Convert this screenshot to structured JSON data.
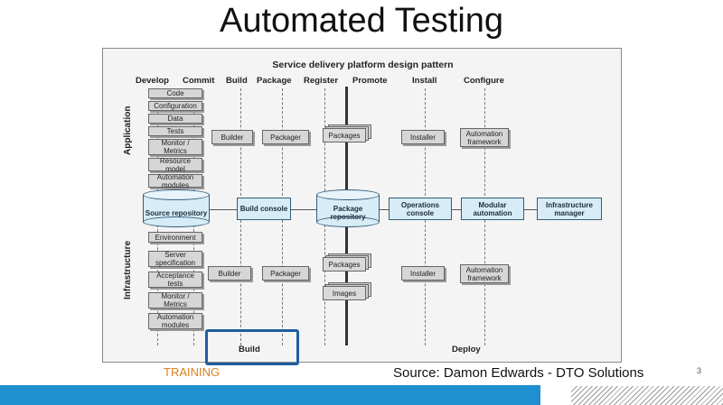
{
  "slide": {
    "title": "Automated Testing",
    "training": "TRAINING",
    "source": "Source: Damon Edwards - DTO Solutions",
    "page_number": "3"
  },
  "diagram": {
    "header": "Service delivery platform design pattern",
    "columns": [
      "Develop",
      "Commit",
      "Build",
      "Package",
      "Register",
      "Promote",
      "Install",
      "Configure"
    ],
    "side_labels": {
      "application": "Application",
      "infrastructure": "Infrastructure"
    },
    "app_items": [
      "Code",
      "Configuration",
      "Data",
      "Tests",
      "Monitor / Metrics",
      "Resource model",
      "Automation modules"
    ],
    "infra_items": [
      "Environment",
      "Server specification",
      "Acceptance tests",
      "Monitor / Metrics",
      "Automation modules"
    ],
    "app_row": {
      "builder": "Builder",
      "packager": "Packager",
      "packages": "Packages",
      "installer": "Installer",
      "automation_framework": "Automation framework"
    },
    "infra_row": {
      "builder": "Builder",
      "packager": "Packager",
      "packages": "Packages",
      "images": "Images",
      "installer": "Installer",
      "automation_framework": "Automation framework"
    },
    "middle_row": {
      "source_repository": "Source repository",
      "build_console": "Build console",
      "package_repository": "Package repository",
      "operations_console": "Operations console",
      "modular_automation": "Modular automation",
      "infrastructure_manager": "Infrastructure manager"
    },
    "bottom": {
      "build": "Build",
      "deploy": "Deploy"
    }
  },
  "colors": {
    "accent_blue": "#1f8fd0",
    "highlight_border": "#1f5f9e",
    "training_orange": "#d9821f",
    "box_fill": "#d7ecf7"
  }
}
